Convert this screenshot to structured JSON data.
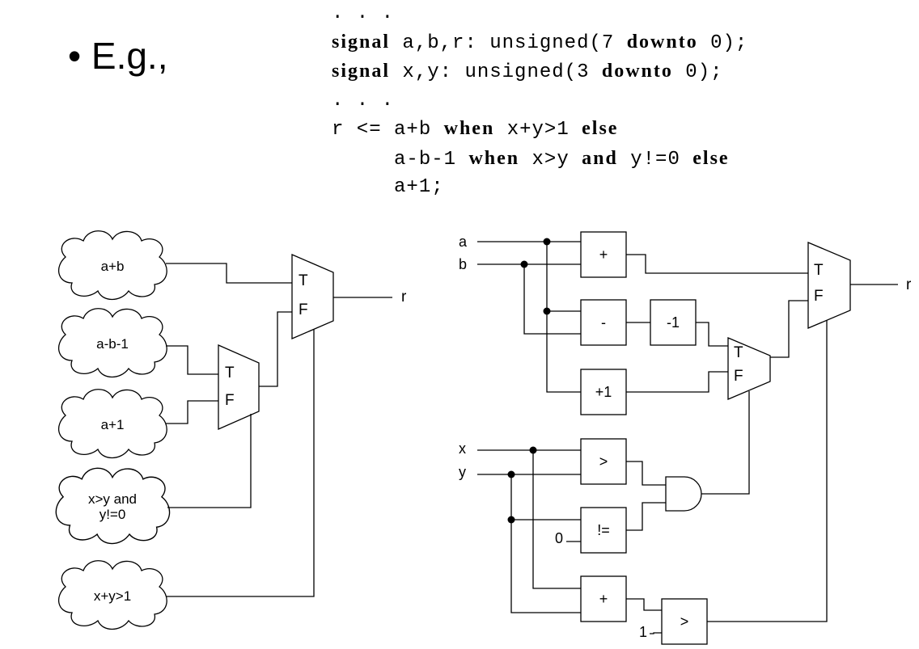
{
  "slide": {
    "bullet_text": "• E.g.,"
  },
  "code": {
    "lines": [
      [
        {
          "t": ". . .",
          "b": false
        }
      ],
      [
        {
          "t": "signal",
          "b": true
        },
        {
          "t": " a,b,r: unsigned(7 ",
          "b": false
        },
        {
          "t": "downto",
          "b": true
        },
        {
          "t": " 0);",
          "b": false
        }
      ],
      [
        {
          "t": "signal",
          "b": true
        },
        {
          "t": " x,y: unsigned(3 ",
          "b": false
        },
        {
          "t": "downto",
          "b": true
        },
        {
          "t": " 0);",
          "b": false
        }
      ],
      [
        {
          "t": ". . .",
          "b": false
        }
      ],
      [
        {
          "t": "r <= a+b ",
          "b": false
        },
        {
          "t": "when",
          "b": true
        },
        {
          "t": " x+y>1 ",
          "b": false
        },
        {
          "t": "else",
          "b": true
        }
      ],
      [
        {
          "t": "     a-b-1 ",
          "b": false
        },
        {
          "t": "when",
          "b": true
        },
        {
          "t": " x>y ",
          "b": false
        },
        {
          "t": "and",
          "b": true
        },
        {
          "t": " y!=0 ",
          "b": false
        },
        {
          "t": "else",
          "b": true
        }
      ],
      [
        {
          "t": "     a+1;",
          "b": false
        }
      ]
    ]
  },
  "left_diagram": {
    "clouds": [
      "a+b",
      "a-b-1",
      "a+1",
      "x>y and",
      "y!=0",
      "x+y>1"
    ],
    "mux_true": "T",
    "mux_false": "F",
    "output": "r"
  },
  "right_diagram": {
    "inputs": [
      "a",
      "b",
      "x",
      "y"
    ],
    "blocks": [
      "+",
      "-",
      "-1",
      "+1",
      ">",
      "!=",
      "+",
      ">"
    ],
    "constants": [
      "0",
      "1"
    ],
    "mux_true": "T",
    "mux_false": "F",
    "output": "r"
  }
}
